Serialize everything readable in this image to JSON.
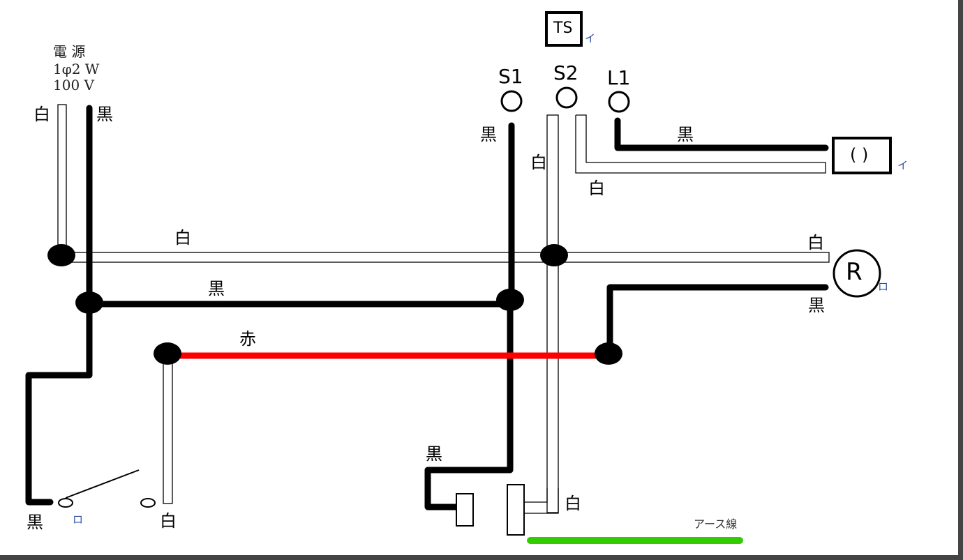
{
  "source": {
    "line1": "電 源",
    "line2": "1φ2 W",
    "line3": "100 V"
  },
  "terminals": {
    "ts": "TS",
    "s1": "S1",
    "s2": "S2",
    "l1": "L1",
    "lamp": "( )",
    "receptacle": "R"
  },
  "markers": {
    "i_ts": "イ",
    "i_lamp": "イ",
    "ro_receptacle": "ロ",
    "ro_switch": "ロ"
  },
  "wire_labels": {
    "src_white": "白",
    "src_black": "黒",
    "s1_black": "黒",
    "s2_white": "白",
    "lamp_white": "白",
    "lamp_black": "黒",
    "main_white": "白",
    "main_white_right": "白",
    "main_black": "黒",
    "red": "赤",
    "rec_black": "黒",
    "bottom_black": "黒",
    "bottom_white_switch": "白",
    "outlet_white": "白",
    "outlet_black": "黒"
  },
  "earth_label": "アース線",
  "colors": {
    "black_wire": "#000000",
    "red_wire": "#ff0000",
    "earth_wire": "#33cc00"
  }
}
